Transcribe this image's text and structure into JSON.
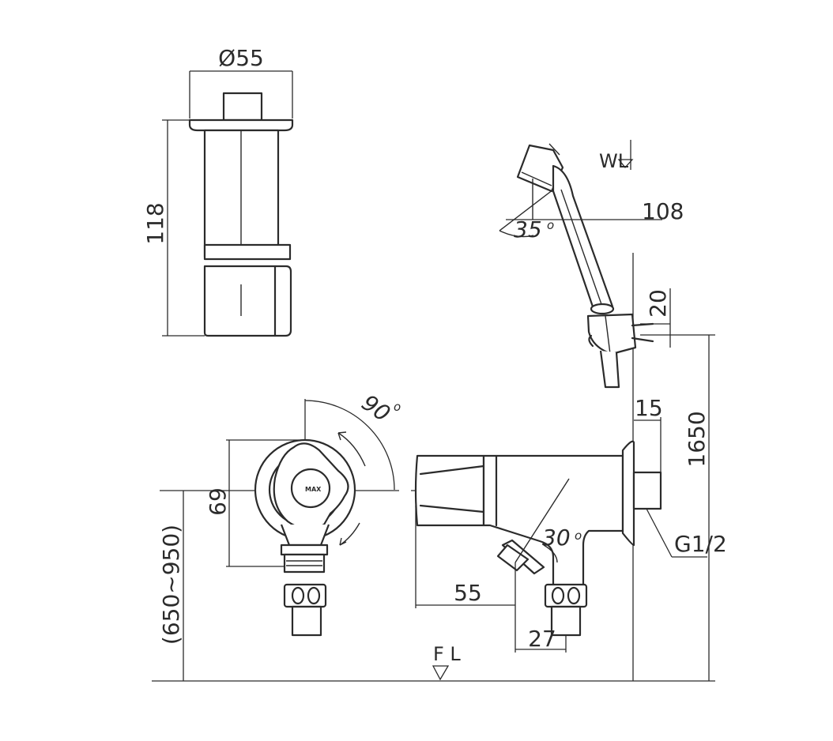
{
  "dimensions": {
    "diameter": "Ø55",
    "height_118": "118",
    "hose_108": "108",
    "bracket_20": "20",
    "wall_height_1650": "1650",
    "wall_15": "15",
    "thread": "G1/2",
    "height_69": "69",
    "mount_range": "(650~950)",
    "depth_55": "55",
    "offset_27": "27",
    "floor": "F L",
    "water_level": "WL"
  },
  "angles": {
    "shower_angle": "35",
    "handle_rotation": "90",
    "spout_angle": "30",
    "degree_mark": "o"
  },
  "brand_mark": "MAX"
}
